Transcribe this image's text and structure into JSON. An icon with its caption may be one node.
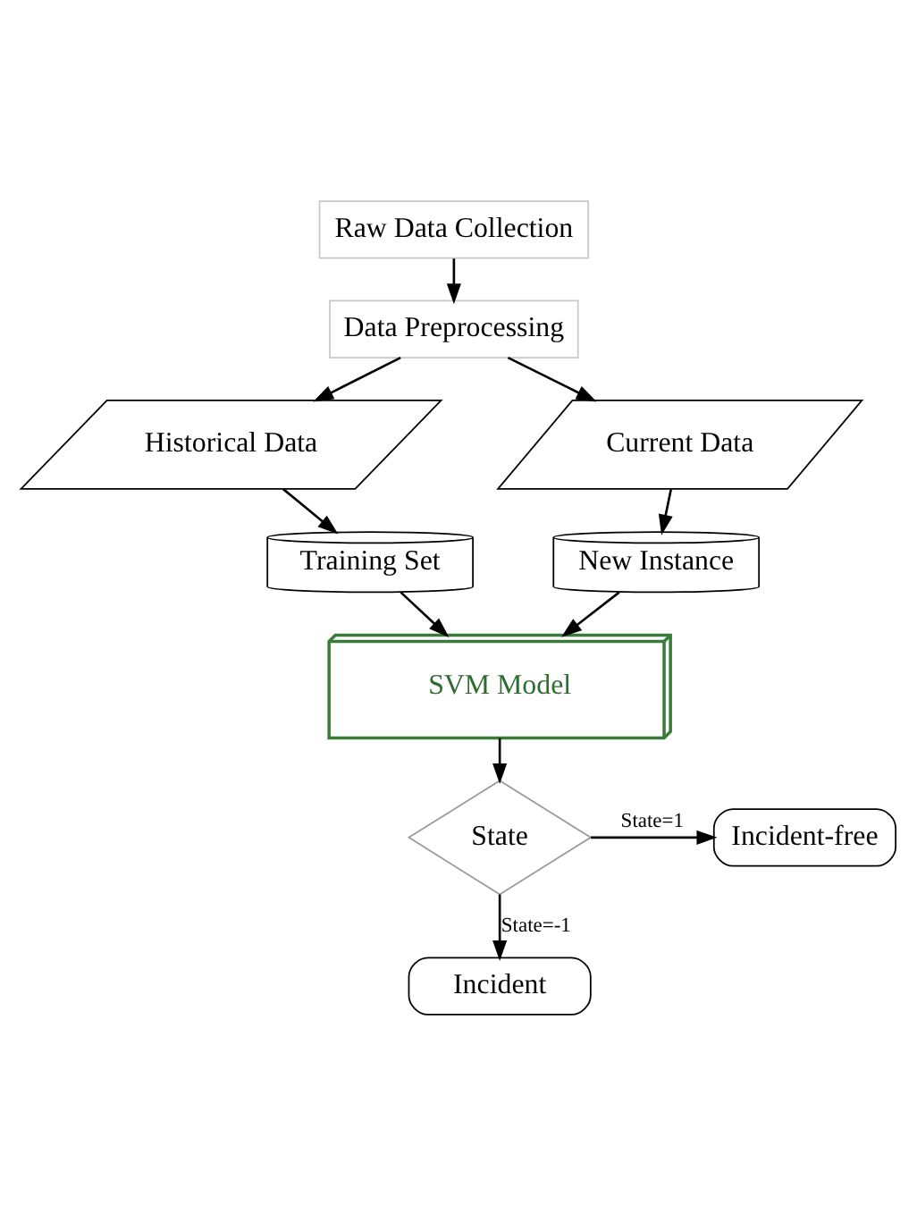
{
  "diagram": {
    "nodes": [
      {
        "text": [
          "Raw Data Collection"
        ]
      },
      {
        "text": [
          "Data Preprocessing"
        ]
      },
      {
        "text": [
          "Historical Data"
        ]
      },
      {
        "text": [
          "Current Data"
        ]
      },
      {
        "text": [
          "Training Set"
        ]
      },
      {
        "text": [
          "New Instance"
        ]
      },
      {
        "text": [
          "SVM Model"
        ]
      },
      {
        "text": [
          "State"
        ]
      },
      {
        "text": [
          "Incident-free"
        ]
      },
      {
        "text": [
          "Incident"
        ]
      }
    ],
    "edges": [
      {
        "from": 0,
        "to": 1,
        "arrow": "to"
      },
      {
        "from": 1,
        "to": 2,
        "arrow": "to"
      },
      {
        "from": 1,
        "to": 3,
        "arrow": "to"
      },
      {
        "from": 2,
        "to": 4,
        "arrow": "to"
      },
      {
        "from": 3,
        "to": 5,
        "arrow": "to"
      },
      {
        "from": 4,
        "to": 6,
        "arrow": "to"
      },
      {
        "from": 5,
        "to": 6,
        "arrow": "to"
      },
      {
        "from": 6,
        "to": 7,
        "arrow": "to"
      },
      {
        "from": 7,
        "to": 8,
        "arrow": "to",
        "label": "State=1"
      },
      {
        "from": 7,
        "to": 9,
        "arrow": "to",
        "label": "State=-1"
      }
    ]
  }
}
